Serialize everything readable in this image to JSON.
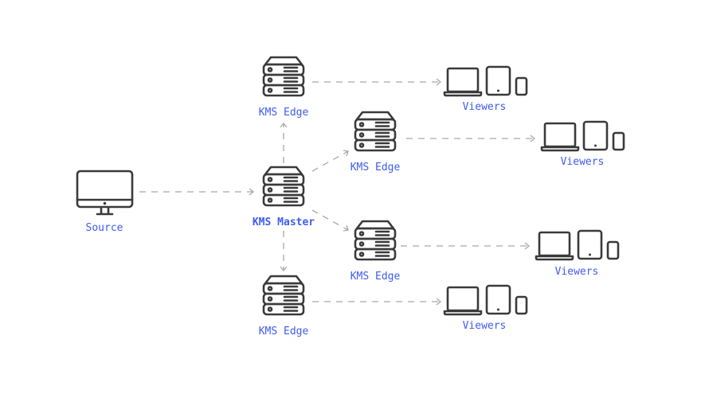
{
  "nodes": {
    "source": {
      "label": "Source",
      "icon": "monitor-icon"
    },
    "master": {
      "label": "KMS Master",
      "icon": "server-icon"
    },
    "edge_top": {
      "label": "KMS Edge",
      "icon": "server-icon"
    },
    "edge_upper_right": {
      "label": "KMS Edge",
      "icon": "server-icon"
    },
    "edge_lower_right": {
      "label": "KMS Edge",
      "icon": "server-icon"
    },
    "edge_bottom": {
      "label": "KMS Edge",
      "icon": "server-icon"
    }
  },
  "viewers": [
    {
      "label": "Viewers"
    },
    {
      "label": "Viewers"
    },
    {
      "label": "Viewers"
    },
    {
      "label": "Viewers"
    }
  ],
  "colors": {
    "label": "#3f5bf0",
    "icon": "#3a3a3a",
    "connector": "#a8a8a8"
  }
}
